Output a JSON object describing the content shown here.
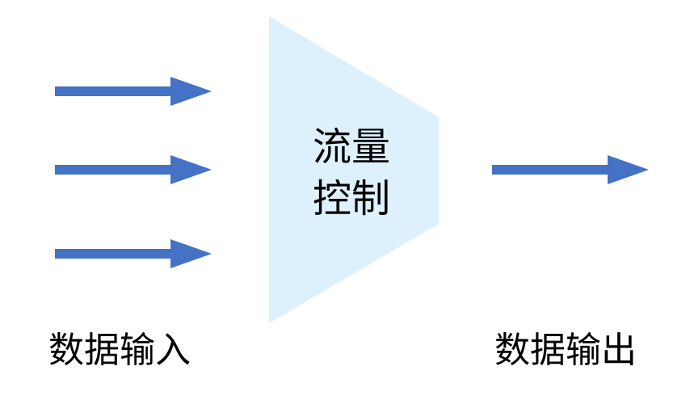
{
  "center": {
    "line1": "流量",
    "line2": "控制"
  },
  "input_label": "数据输入",
  "output_label": "数据输出",
  "colors": {
    "arrow": "#4472C4",
    "block_fill": "#DDF1FC",
    "text": "#000000",
    "background": "#FFFFFF"
  }
}
